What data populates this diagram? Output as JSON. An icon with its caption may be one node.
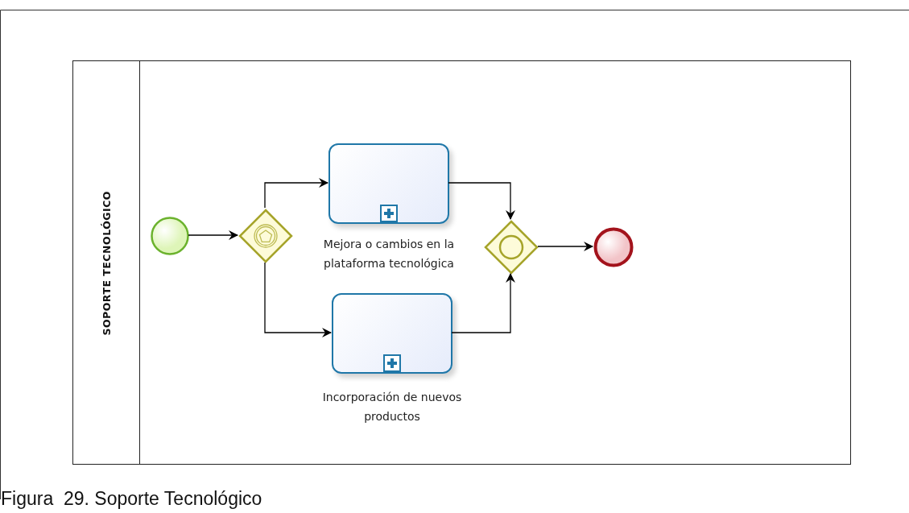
{
  "diagram": {
    "caption": "Figura  29. Soporte Tecnológico",
    "nodes": [
      {
        "text": [
          "SOPORTE TECNOLÓGICO"
        ]
      },
      {
        "text": [],
        "shape": "circle",
        "in": 0
      },
      {
        "text": [],
        "shape": "diamond",
        "in": 0
      },
      {
        "text": [
          "Mejora o cambios en la plataforma tecnológica"
        ],
        "in": 0
      },
      {
        "text": [
          "Incorporación de nuevos productos"
        ],
        "in": 0
      },
      {
        "text": [],
        "shape": "diamond",
        "in": 0
      },
      {
        "text": [],
        "shape": "circle",
        "in": 0
      }
    ],
    "edges": [
      {
        "from": 1,
        "to": 2,
        "arrow": "to"
      },
      {
        "from": 2,
        "to": 3,
        "arrow": "to"
      },
      {
        "from": 2,
        "to": 4,
        "arrow": "to"
      },
      {
        "from": 3,
        "to": 5,
        "arrow": "to"
      },
      {
        "from": 4,
        "to": 5,
        "arrow": "to"
      },
      {
        "from": 5,
        "to": 6,
        "arrow": "to"
      }
    ]
  }
}
